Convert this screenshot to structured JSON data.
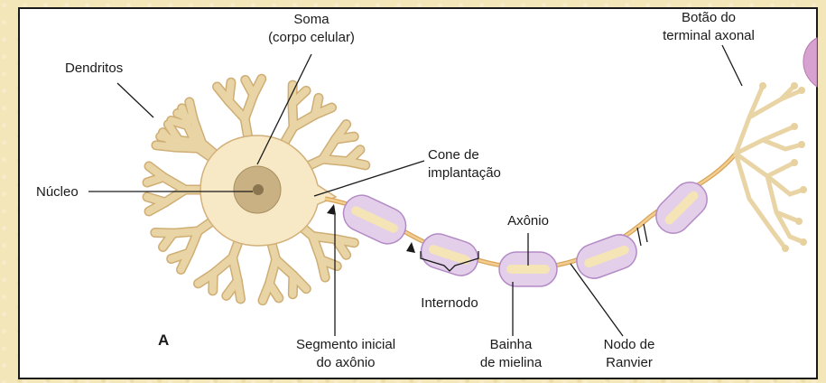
{
  "diagram": {
    "panel_letter": "A",
    "labels": {
      "soma_line1": "Soma",
      "soma_line2": "(corpo celular)",
      "dendrites": "Dendritos",
      "nucleus": "Núcleo",
      "axon_hillock_line1": "Cone de",
      "axon_hillock_line2": "implantação",
      "initial_segment_line1": "Segmento inicial",
      "initial_segment_line2": "do axônio",
      "internode": "Internodo",
      "axon": "Axônio",
      "myelin_line1": "Bainha",
      "myelin_line2": "de mielina",
      "node_line1": "Nodo de",
      "node_line2": "Ranvier",
      "terminal_line1": "Botão do",
      "terminal_line2": "terminal axonal"
    },
    "colors": {
      "cell_body": "#f7e8c6",
      "cell_outline": "#d2b07a",
      "nucleus_outer": "#c9b183",
      "nucleus_inner": "#8a7550",
      "myelin": "#e3cfea",
      "myelin_outline": "#b48ac6",
      "axon": "#e6b366"
    }
  }
}
